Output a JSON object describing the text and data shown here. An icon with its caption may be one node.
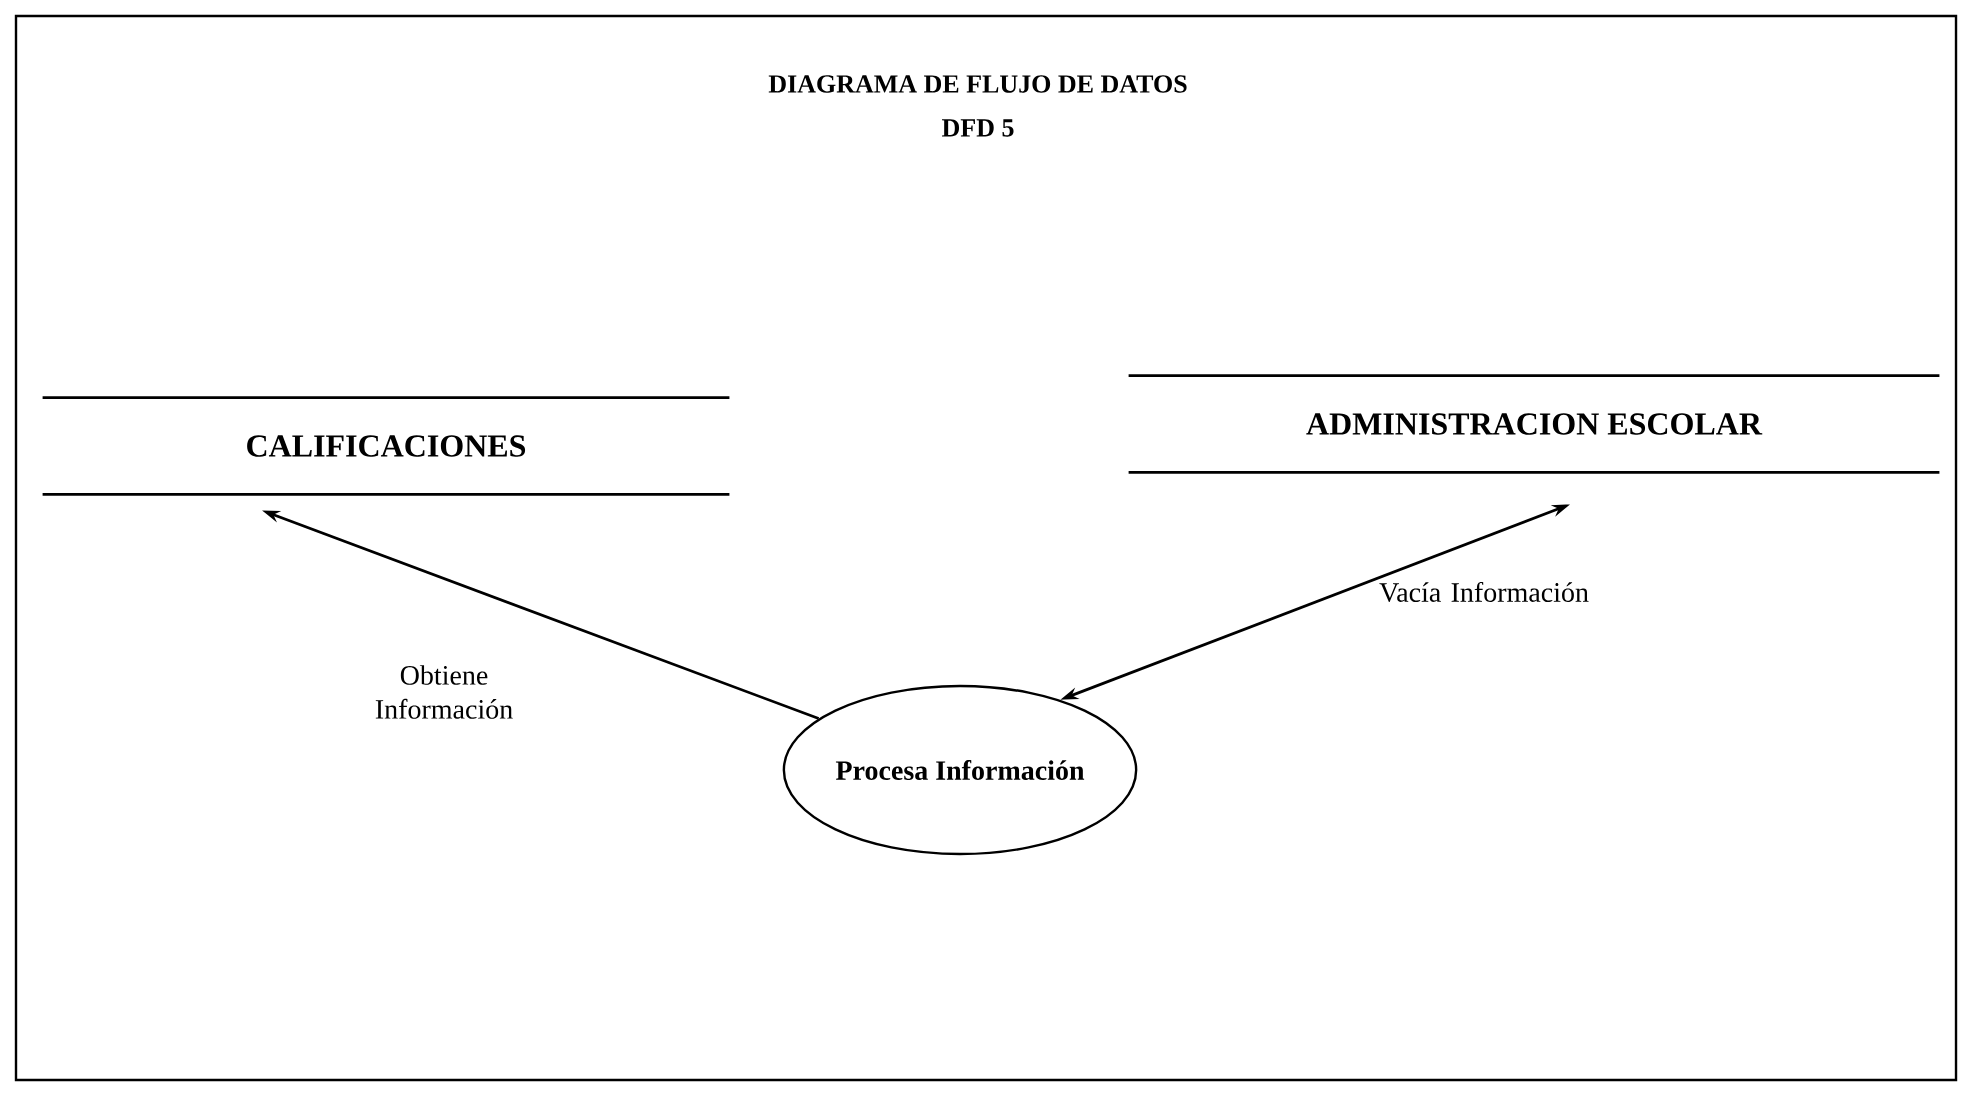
{
  "diagram": {
    "title": "DIAGRAMA DE FLUJO DE DATOS",
    "nodes": [
      {
        "text": [
          "CALIFICACIONES"
        ]
      },
      {
        "text": [
          "ADMINISTRACION ESCOLAR"
        ]
      },
      {
        "text": [
          "Procesa Información"
        ]
      }
    ],
    "edges": [
      {
        "from": 2,
        "to": 0,
        "arrow": "to",
        "label": "Obtiene Información"
      },
      {
        "from": 2,
        "to": 1,
        "arrow": "both",
        "label": "Vacía Información"
      }
    ],
    "labels": [
      "DFD 5"
    ]
  }
}
